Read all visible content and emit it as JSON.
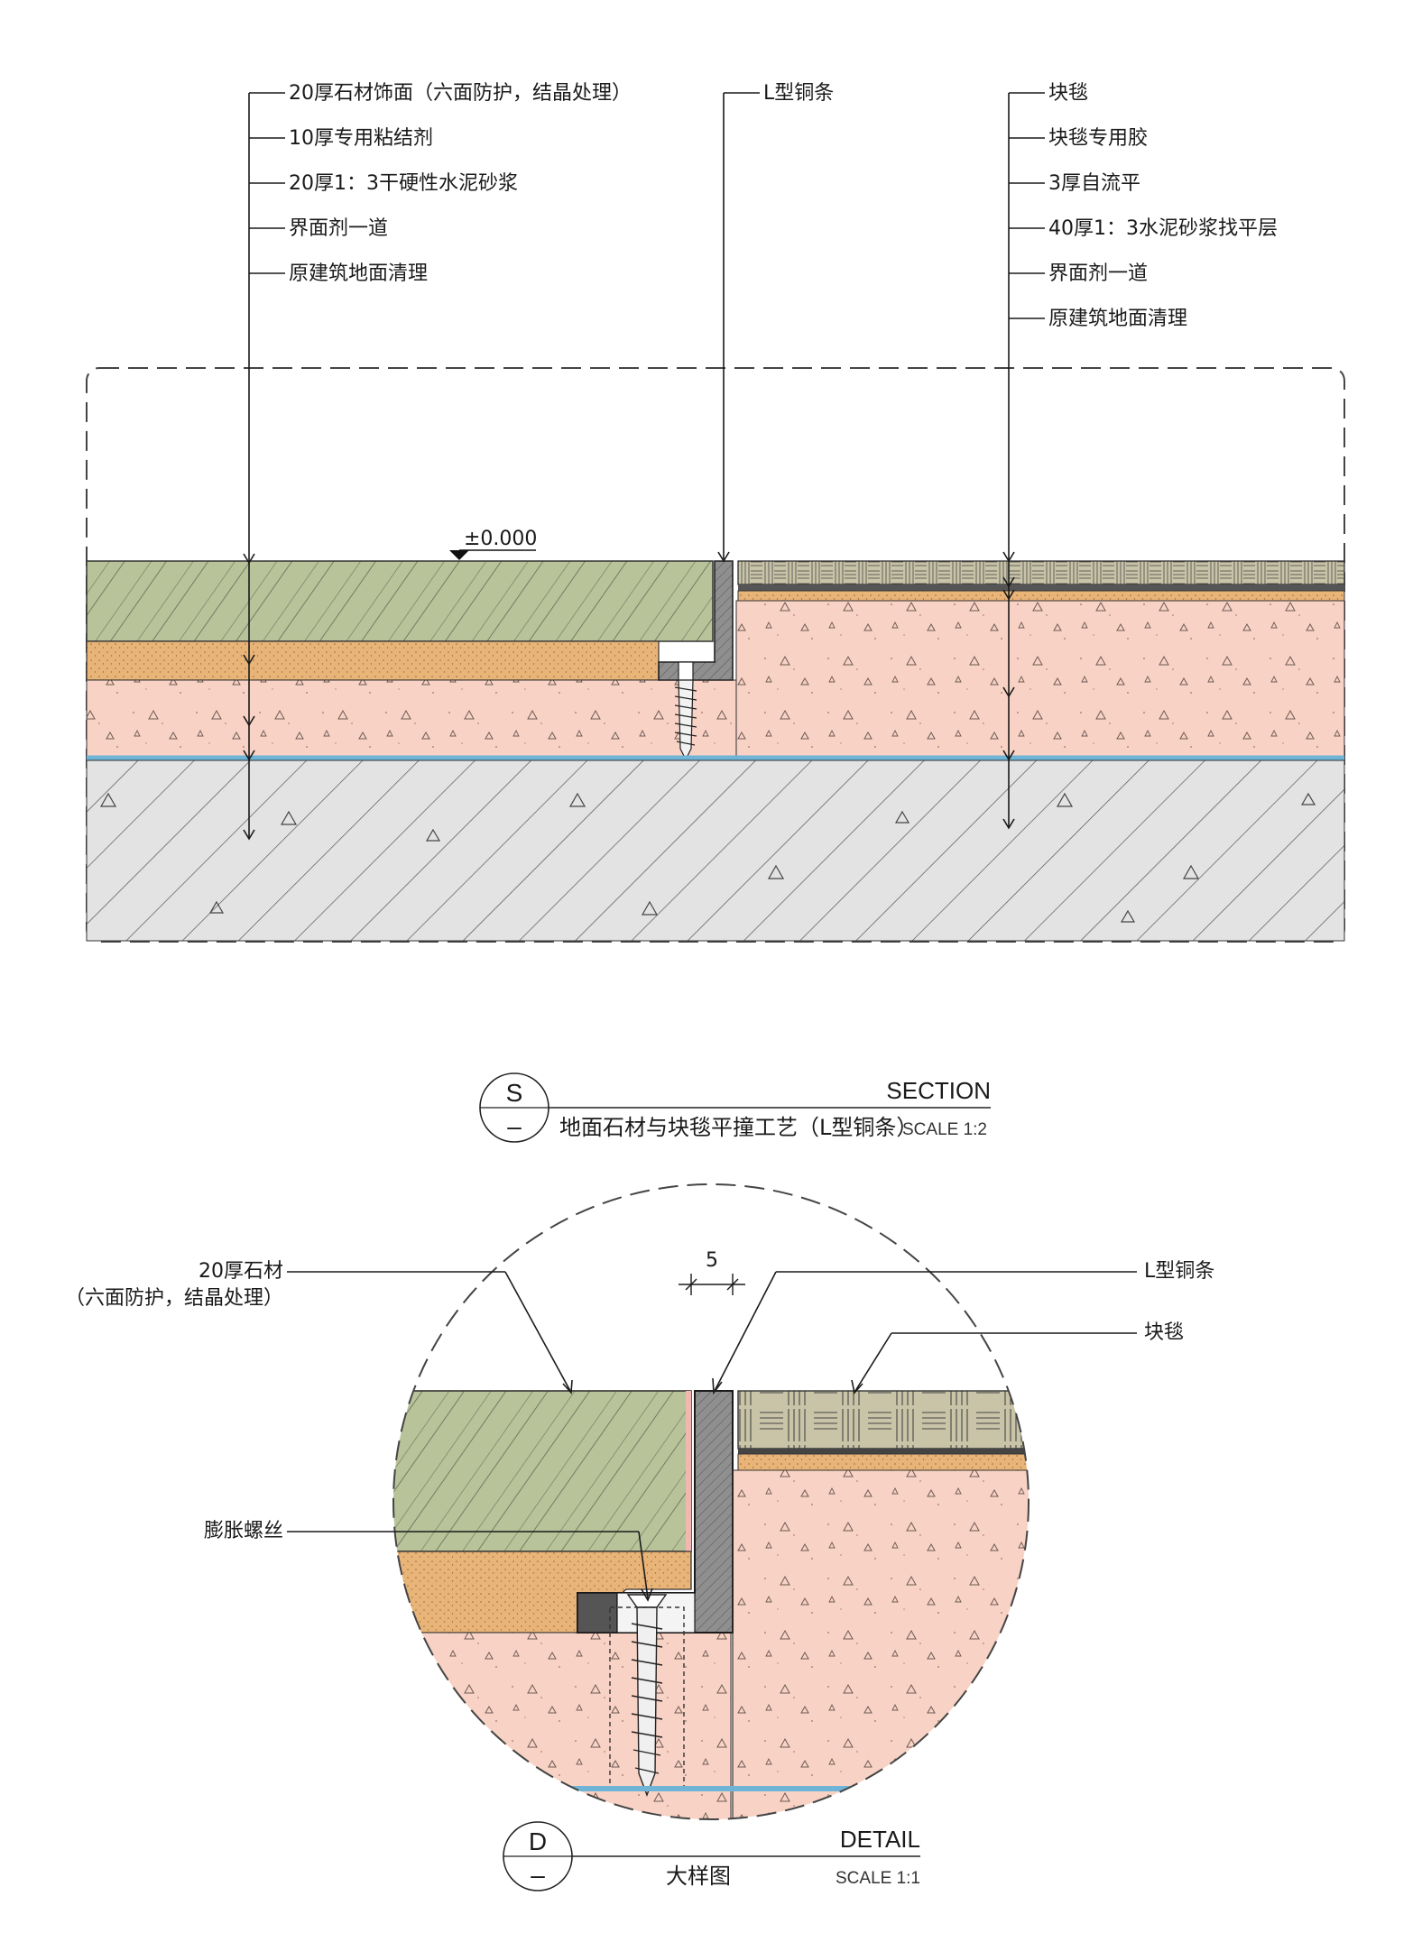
{
  "section": {
    "left_labels": [
      "20厚石材饰面（六面防护，结晶处理）",
      "10厚专用粘结剂",
      "20厚1：3干硬性水泥砂浆",
      "界面剂一道",
      "原建筑地面清理"
    ],
    "middle_label": "L型铜条",
    "right_labels": [
      "块毯",
      "块毯专用胶",
      "3厚自流平",
      "40厚1：3水泥砂浆找平层",
      "界面剂一道",
      "原建筑地面清理"
    ],
    "elevation_mark": "±0.000",
    "tag_letter": "S",
    "tag_sub": "–",
    "title_en": "SECTION",
    "title_cn": "地面石材与块毯平撞工艺（L型铜条）",
    "scale": "SCALE 1:2"
  },
  "detail": {
    "label_stone_line1": "20厚石材",
    "label_stone_line2": "（六面防护，结晶处理）",
    "label_copper": "L型铜条",
    "label_carpet": "块毯",
    "label_screw": "膨胀螺丝",
    "dimension": "5",
    "tag_letter": "D",
    "tag_sub": "–",
    "title_en": "DETAIL",
    "title_cn": "大样图",
    "scale": "SCALE 1:1"
  },
  "colors": {
    "stone": "#b9c39a",
    "adhesive": "#e9b478",
    "mortar": "#f8d2c4",
    "concrete": "#e3e3e3",
    "interface": "#6fb4d6",
    "carpet": "#c9c4a7",
    "copper": "#8f8f8f"
  }
}
